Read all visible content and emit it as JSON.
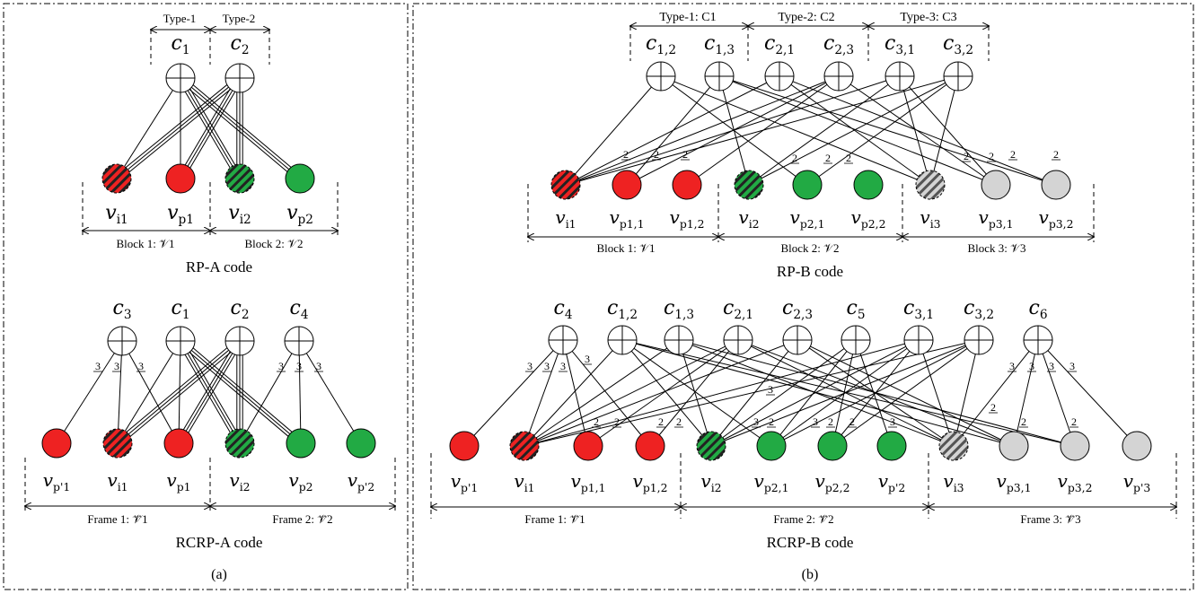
{
  "colors": {
    "red": "#ee2222",
    "green": "#22aa44",
    "gray": "#d4d4d4",
    "black": "#000000"
  },
  "panel_a": {
    "caption": "(a)",
    "rpa": {
      "title": "RP-A code",
      "type1": "Type-1",
      "type2": "Type-2",
      "checks": [
        "c1",
        "c2"
      ],
      "vars": [
        "vi1",
        "vp1",
        "vi2",
        "vp2"
      ],
      "block1": "Block 1: 𝒱1",
      "block2": "Block 2: 𝒱2"
    },
    "rcrpa": {
      "title": "RCRP-A code",
      "checks": [
        "c3",
        "c1",
        "c2",
        "c4"
      ],
      "vars": [
        "vp'1",
        "vi1",
        "vp1",
        "vi2",
        "vp2",
        "vp'2"
      ],
      "frame1": "Frame 1: 𝒱̂1",
      "frame2": "Frame 2: 𝒱̂2",
      "edge_label": "3"
    }
  },
  "panel_b": {
    "caption": "(b)",
    "rpb": {
      "title": "RP-B code",
      "type1": "Type-1: C1",
      "type2": "Type-2: C2",
      "type3": "Type-3: C3",
      "checks": [
        "c1,2",
        "c1,3",
        "c2,1",
        "c2,3",
        "c3,1",
        "c3,2"
      ],
      "vars": [
        "vi1",
        "vp1,1",
        "vp1,2",
        "vi2",
        "vp2,1",
        "vp2,2",
        "vi3",
        "vp3,1",
        "vp3,2"
      ],
      "block1": "Block 1: 𝒱1",
      "block2": "Block 2: 𝒱2",
      "block3": "Block 3: 𝒱3",
      "edge_label": "2"
    },
    "rcrpb": {
      "title": "RCRP-B code",
      "checks": [
        "c4",
        "c1,2",
        "c1,3",
        "c2,1",
        "c2,3",
        "c5",
        "c3,1",
        "c3,2",
        "c6"
      ],
      "vars": [
        "vp'1",
        "vi1",
        "vp1,1",
        "vp1,2",
        "vi2",
        "vp2,1",
        "vp2,2",
        "vp'2",
        "vi3",
        "vp3,1",
        "vp3,2",
        "vp'3"
      ],
      "frame1": "Frame 1: 𝒱̂1",
      "frame2": "Frame 2: 𝒱̂2",
      "frame3": "Frame 3: 𝒱̂3",
      "label3": "3",
      "label2": "2"
    }
  }
}
